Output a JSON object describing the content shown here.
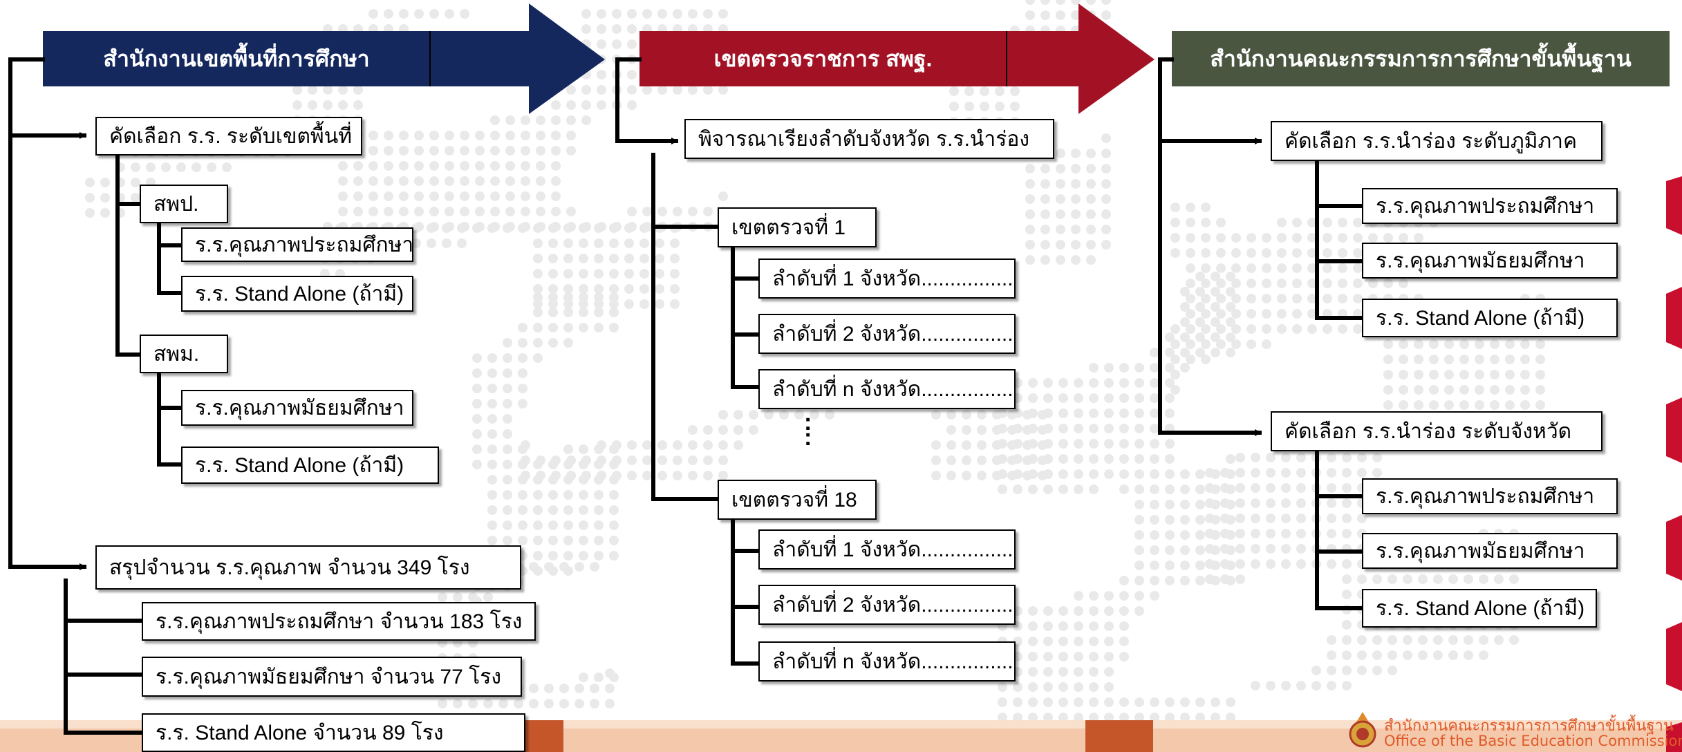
{
  "headers": {
    "col1": "สำนักงานเขตพื้นที่การศึกษา",
    "col2": "เขตตรวจราชการ สพฐ.",
    "col3": "สำนักงานคณะกรรมการการศึกษาขั้นพื้นฐาน"
  },
  "col1": {
    "select_area": "คัดเลือก ร.ร. ระดับเขตพื้นที่",
    "spp": "สพป.",
    "spp_items": [
      "ร.ร.คุณภาพประถมศึกษา",
      "ร.ร. Stand Alone (ถ้ามี)"
    ],
    "spm": "สพม.",
    "spm_items": [
      "ร.ร.คุณภาพมัธยมศึกษา",
      "ร.ร. Stand Alone (ถ้ามี)"
    ],
    "summary": "สรุปจำนวน ร.ร.คุณภาพ จำนวน 349 โรง",
    "summary_items": [
      "ร.ร.คุณภาพประถมศึกษา จำนวน 183 โรง",
      "ร.ร.คุณภาพมัธยมศึกษา จำนวน 77 โรง",
      "ร.ร. Stand Alone จำนวน 89 โรง"
    ]
  },
  "col2": {
    "consider": "พิจารณาเรียงลำดับจังหวัด ร.ร.นำร่อง",
    "zone1": "เขตตรวจที่ 1",
    "zone1_items": [
      "ลำดับที่ 1 จังหวัด......................",
      "ลำดับที่ 2 จังหวัด.....................",
      "ลำดับที่ n จังหวัด....................."
    ],
    "zone18": "เขตตรวจที่ 18",
    "zone18_items": [
      "ลำดับที่ 1 จังหวัด......................",
      "ลำดับที่ 2 จังหวัด.....................",
      "ลำดับที่ n จังหวัด....................."
    ],
    "ellipsis": ":\n:"
  },
  "col3": {
    "region": "คัดเลือก ร.ร.นำร่อง ระดับภูมิภาค",
    "region_items": [
      "ร.ร.คุณภาพประถมศึกษา",
      "ร.ร.คุณภาพมัธยมศึกษา",
      "ร.ร. Stand Alone (ถ้ามี)"
    ],
    "province": "คัดเลือก ร.ร.นำร่อง ระดับจังหวัด",
    "province_items": [
      "ร.ร.คุณภาพประถมศึกษา",
      "ร.ร.คุณภาพมัธยมศึกษา",
      "ร.ร. Stand Alone (ถ้ามี)"
    ]
  },
  "logo": {
    "th": "สำนักงานคณะกรรมการการศึกษาขั้นพื้นฐาน",
    "en": "Office of the Basic Education Commission"
  },
  "colors": {
    "navy": "#14285e",
    "red": "#a31224",
    "olive": "#4a5640",
    "footer_light": "#f6d3b8",
    "footer_orange": "#c5562a",
    "logo_text": "#e05a2a"
  }
}
